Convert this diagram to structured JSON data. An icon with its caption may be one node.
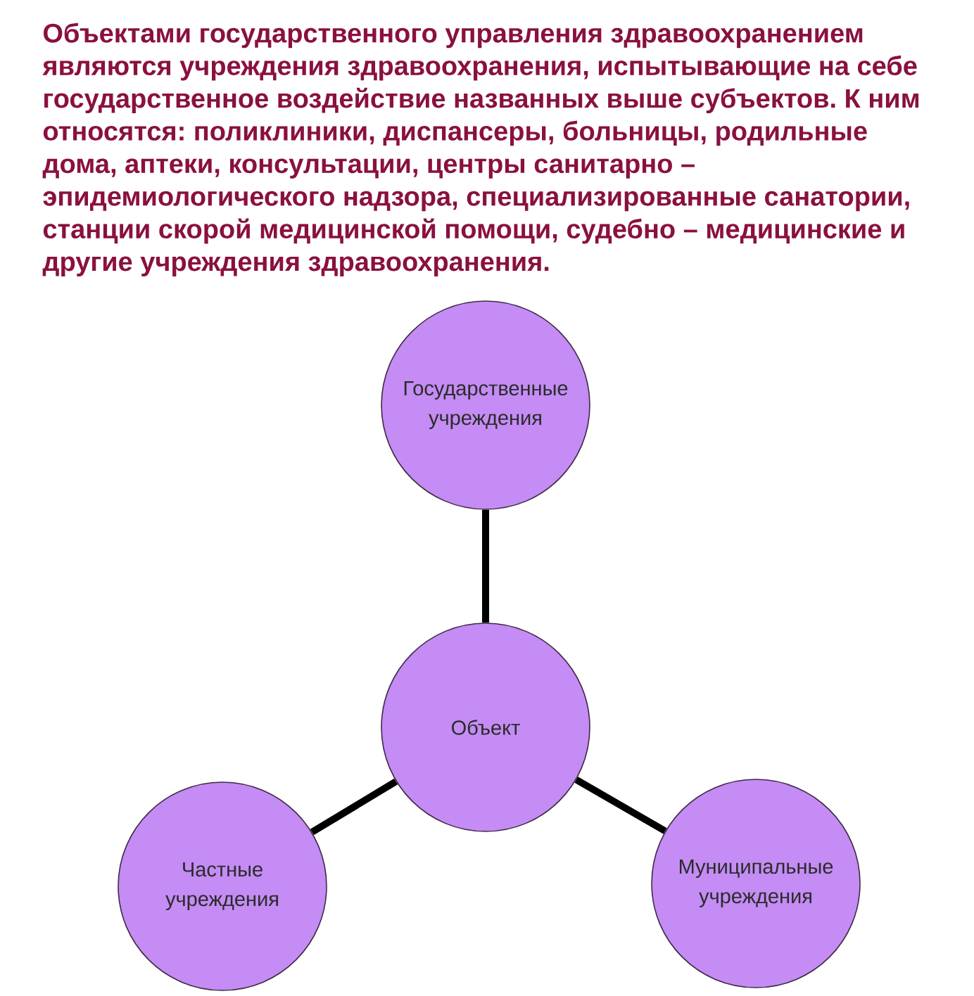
{
  "diagram": {
    "nodes": [
      {
        "text": [
          "Государственные учреждения"
        ]
      },
      {
        "text": [
          "Объект"
        ]
      },
      {
        "text": [
          "Частные учреждения"
        ]
      },
      {
        "text": [
          "Муниципальные учреждения"
        ]
      }
    ],
    "edges": [
      {
        "from": 1,
        "to": 0,
        "arrow": "none"
      },
      {
        "from": 1,
        "to": 2,
        "arrow": "none"
      },
      {
        "from": 1,
        "to": 3,
        "arrow": "none"
      }
    ],
    "labels": [
      "Объектами государственного управления здравоохранением являются учреждения здравоохранения, испытывающие на себе государственное воздействие названных выше субъектов. К ним относятся: поликлиники, диспансеры, больницы, родильные дома, аптеки, консультации, центры санитарно – эпидемиологического надзора, специализированные санатории, станции скорой медицинской помощи, судебно – медицинские и другие учреждения здравоохранения."
    ]
  }
}
